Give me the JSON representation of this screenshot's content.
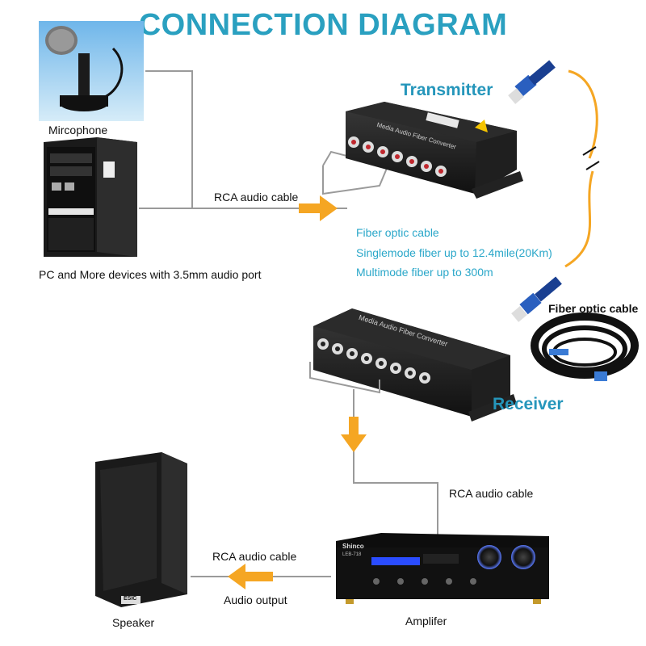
{
  "title": "CONNECTION DIAGRAM",
  "devices": {
    "microphone": "Mircophone",
    "pc": "PC and More devices with 3.5mm audio port",
    "transmitter": "Transmitter",
    "receiver": "Receiver",
    "speaker": "Speaker",
    "amplifier": "Amplifer",
    "fiber_cable_label": "Fiber optic cable"
  },
  "cables": {
    "rca_top": "RCA audio cable",
    "rca_middle": "RCA audio cable",
    "rca_bottom": "RCA audio cable",
    "audio_output": "Audio output"
  },
  "fiber_info": [
    "Fiber optic cable",
    "Singlemode fiber up to 12.4mile(20Km)",
    "Multimode fiber up to 300m"
  ],
  "device_text": {
    "converter_label": "Media Audio Fiber Converter",
    "speaker_brand": "ESIC",
    "amp_brand": "Shinco",
    "amp_model": "LEB-718"
  },
  "colors": {
    "title": "#2aa0c0",
    "accent_orange": "#f5a623",
    "label_blue": "#2596bb",
    "fiber_text": "#2aa7c9",
    "cable_gray": "#9a9a9a"
  }
}
